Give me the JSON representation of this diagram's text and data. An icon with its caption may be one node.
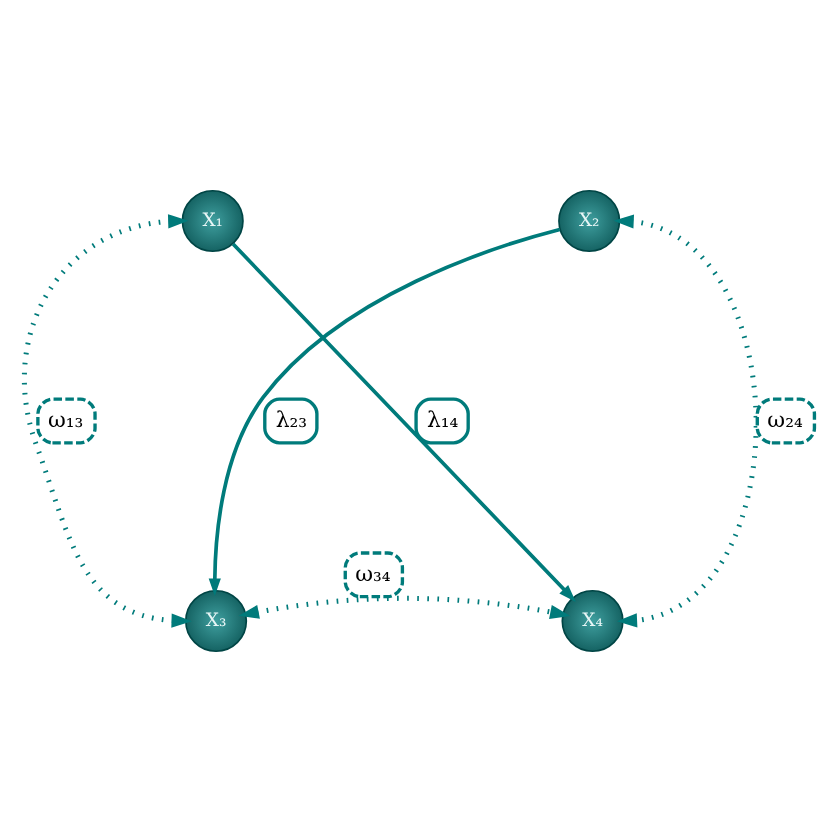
{
  "diagram": {
    "nodes": [
      {
        "text": [
          "X₁"
        ]
      },
      {
        "text": [
          "X₂"
        ]
      },
      {
        "text": [
          "X₃"
        ]
      },
      {
        "text": [
          "X₄"
        ]
      }
    ],
    "edges": [
      {
        "from": 0,
        "to": 3,
        "arrow": "to",
        "label": "λ₁₄"
      },
      {
        "from": 1,
        "to": 2,
        "arrow": "to",
        "label": "λ₂₃"
      },
      {
        "from": 0,
        "to": 2,
        "arrow": "both",
        "label": "ω₁₃",
        "style": "dashed"
      },
      {
        "from": 1,
        "to": 3,
        "arrow": "both",
        "label": "ω₂₄",
        "style": "dashed"
      },
      {
        "from": 2,
        "to": 3,
        "arrow": "both",
        "label": "ω₃₄",
        "style": "dashed"
      }
    ]
  }
}
